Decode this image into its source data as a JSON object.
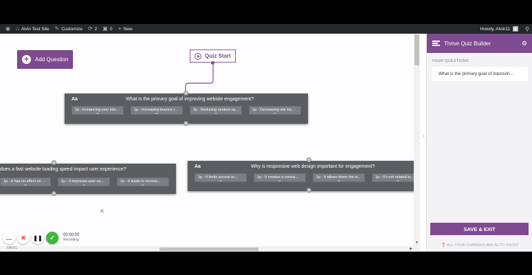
{
  "admin_bar": {
    "site_name": "Alvin Test Site",
    "customize": "Customize",
    "comments_count": "2",
    "updates_count": "0",
    "new_label": "New",
    "greeting": "Howdy, Alvin11"
  },
  "canvas": {
    "add_question_label": "Add Question",
    "quiz_start_label": "Quiz Start",
    "questions": [
      {
        "type_icon": "Aa",
        "title": "What is the primary goal of improving website engagement?",
        "answers": [
          "1p - Enhancing user inte...",
          "1p - Increasing bounce r...",
          "1p - Reducing content va...",
          "1p - Decreasing site tra..."
        ]
      },
      {
        "type_icon": "",
        "title": "does a fast website loading speed impact user experience?",
        "answers": [
          "1p - It has no effect on ...",
          "1p - It improves user sa...",
          "1p - It leads to increas..."
        ]
      },
      {
        "type_icon": "Aa",
        "title": "Why is responsive web design important for engagement?",
        "answers": [
          "1p - It limits access to...",
          "1p - It creates a consis...",
          "1p - It allows down the w...",
          "1p - It's not related to..."
        ]
      }
    ]
  },
  "recorder": {
    "time": "00:00:00",
    "status": "Recording",
    "nav_label": "NAVIG"
  },
  "panel": {
    "title": "Thrive Quiz Builder",
    "section_label": "YOUR QUESTIONS",
    "questions": [
      "What is the primary goal of improvin..."
    ],
    "save_label": "SAVE & EXIT",
    "autosave_note": "ALL YOUR CHANGES ARE AUTO SAVED"
  },
  "colors": {
    "accent": "#7e4a90",
    "card": "#5b5d61",
    "admin_bar": "#23282d"
  }
}
